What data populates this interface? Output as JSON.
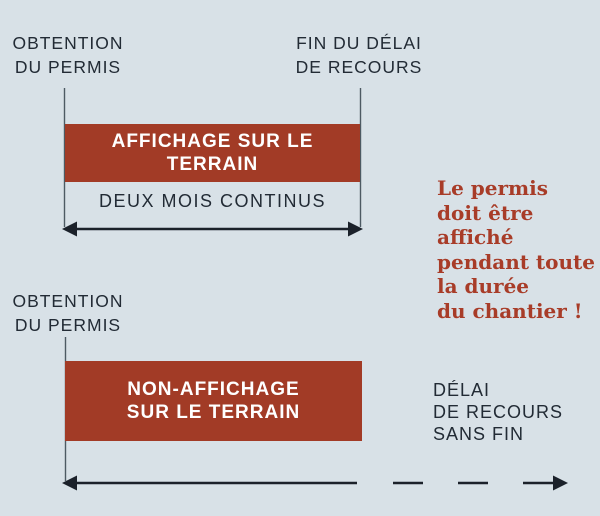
{
  "colors": {
    "background": "#d8e1e7",
    "bar": "#a23b26",
    "accent_text": "#a83c28",
    "dark_text": "#222b35",
    "arrow": "#1b212a",
    "tick_line": "#4d5a63"
  },
  "top_timeline": {
    "start_label": "OBTENTION\nDU PERMIS",
    "end_label": "FIN DU DÉLAI\nDE RECOURS",
    "bar_label": "AFFICHAGE SUR LE TERRAIN",
    "duration_label": "DEUX MOIS CONTINUS"
  },
  "bottom_timeline": {
    "start_label": "OBTENTION\nDU PERMIS",
    "bar_label": "NON-AFFICHAGE\nSUR LE TERRAIN",
    "recourse_label": "DÉLAI\nDE RECOURS\nSANS FIN"
  },
  "callout": {
    "text": "Le permis\ndoit être\naffiché\npendant toute\nla durée\ndu chantier !"
  }
}
